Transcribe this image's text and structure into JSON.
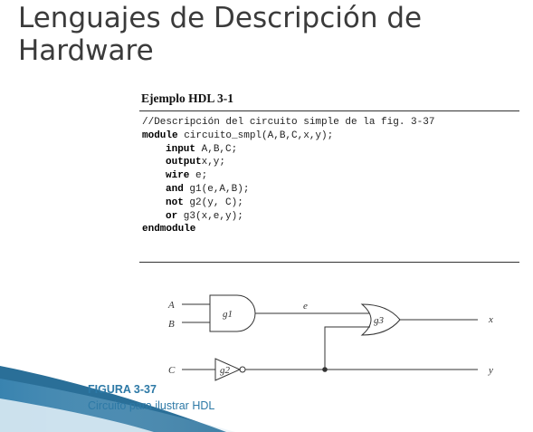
{
  "slide": {
    "title_line1": "Lenguajes de Descripción de",
    "title_line2": "Hardware"
  },
  "example": {
    "label": "Ejemplo HDL 3-1",
    "code": [
      {
        "kw": "",
        "text": "//Descripción del circuito simple de la fig. 3-37"
      },
      {
        "kw": "module",
        "text": " circuito_smpl(A,B,C,x,y);"
      },
      {
        "kw": "input",
        "text": " A,B,C;"
      },
      {
        "kw": "output",
        "text": "x,y;"
      },
      {
        "kw": "wire",
        "text": " e;"
      },
      {
        "kw": "and",
        "text": " g1(e,A,B);"
      },
      {
        "kw": "not",
        "text": " g2(y, C);"
      },
      {
        "kw": "or",
        "text": " g3(x,e,y);"
      },
      {
        "kw": "endmodule",
        "text": ""
      }
    ]
  },
  "circuit": {
    "inputs": {
      "a": "A",
      "b": "B",
      "c": "C"
    },
    "outputs": {
      "x": "x",
      "y": "y"
    },
    "wire": "e",
    "gates": {
      "g1": "g1",
      "g2": "g2",
      "g3": "g3"
    }
  },
  "figure": {
    "label": "FIGURA 3-37",
    "caption": "Circuito para ilustrar HDL"
  },
  "colors": {
    "accent": "#2d79a6",
    "title": "#3b3b3b"
  }
}
